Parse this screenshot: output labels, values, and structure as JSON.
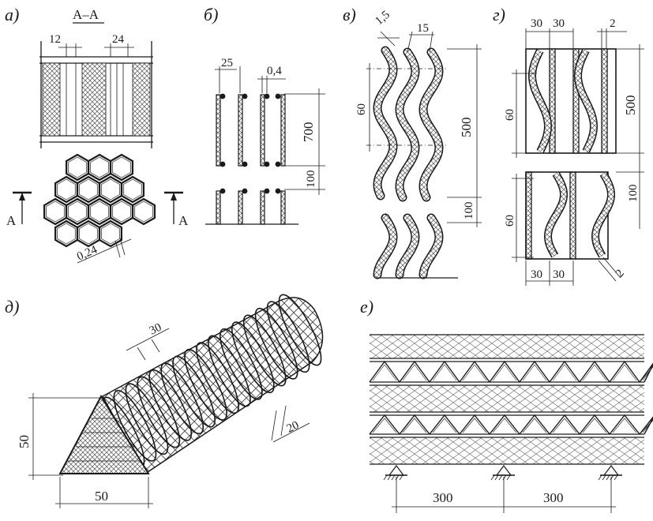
{
  "panel_labels": {
    "a": "а)",
    "b": "б)",
    "v": "в)",
    "g": "г)",
    "d": "д)",
    "e": "е)"
  },
  "panel_a": {
    "section": "А–А",
    "dim_left": "12",
    "dim_right": "24",
    "dim_cell": "0,24",
    "cut_left": "А",
    "cut_right": "А"
  },
  "panel_b": {
    "dim_pitch": "25",
    "dim_thick": "0,4",
    "dim_height": "700",
    "dim_gap": "100"
  },
  "panel_v": {
    "dim_thick": "1,5",
    "dim_pitch": "15",
    "dim_wave": "60",
    "dim_height": "500",
    "dim_gap": "100"
  },
  "panel_g": {
    "dim_top_1": "30",
    "dim_top_2": "30",
    "dim_thick_top": "2",
    "dim_wave_top": "60",
    "dim_height": "500",
    "dim_gap": "100",
    "dim_wave_bottom": "60",
    "dim_bot_1": "30",
    "dim_bot_2": "30",
    "dim_thick_bottom": "2"
  },
  "panel_d": {
    "dim_pitch": "30",
    "dim_wire": "20",
    "dim_height": "50",
    "dim_width": "50"
  },
  "panel_e": {
    "dim_span_1": "300",
    "dim_span_2": "300"
  },
  "colors": {
    "ink": "#1a1a1a",
    "hatch": "#555555",
    "paper": "#ffffff"
  }
}
